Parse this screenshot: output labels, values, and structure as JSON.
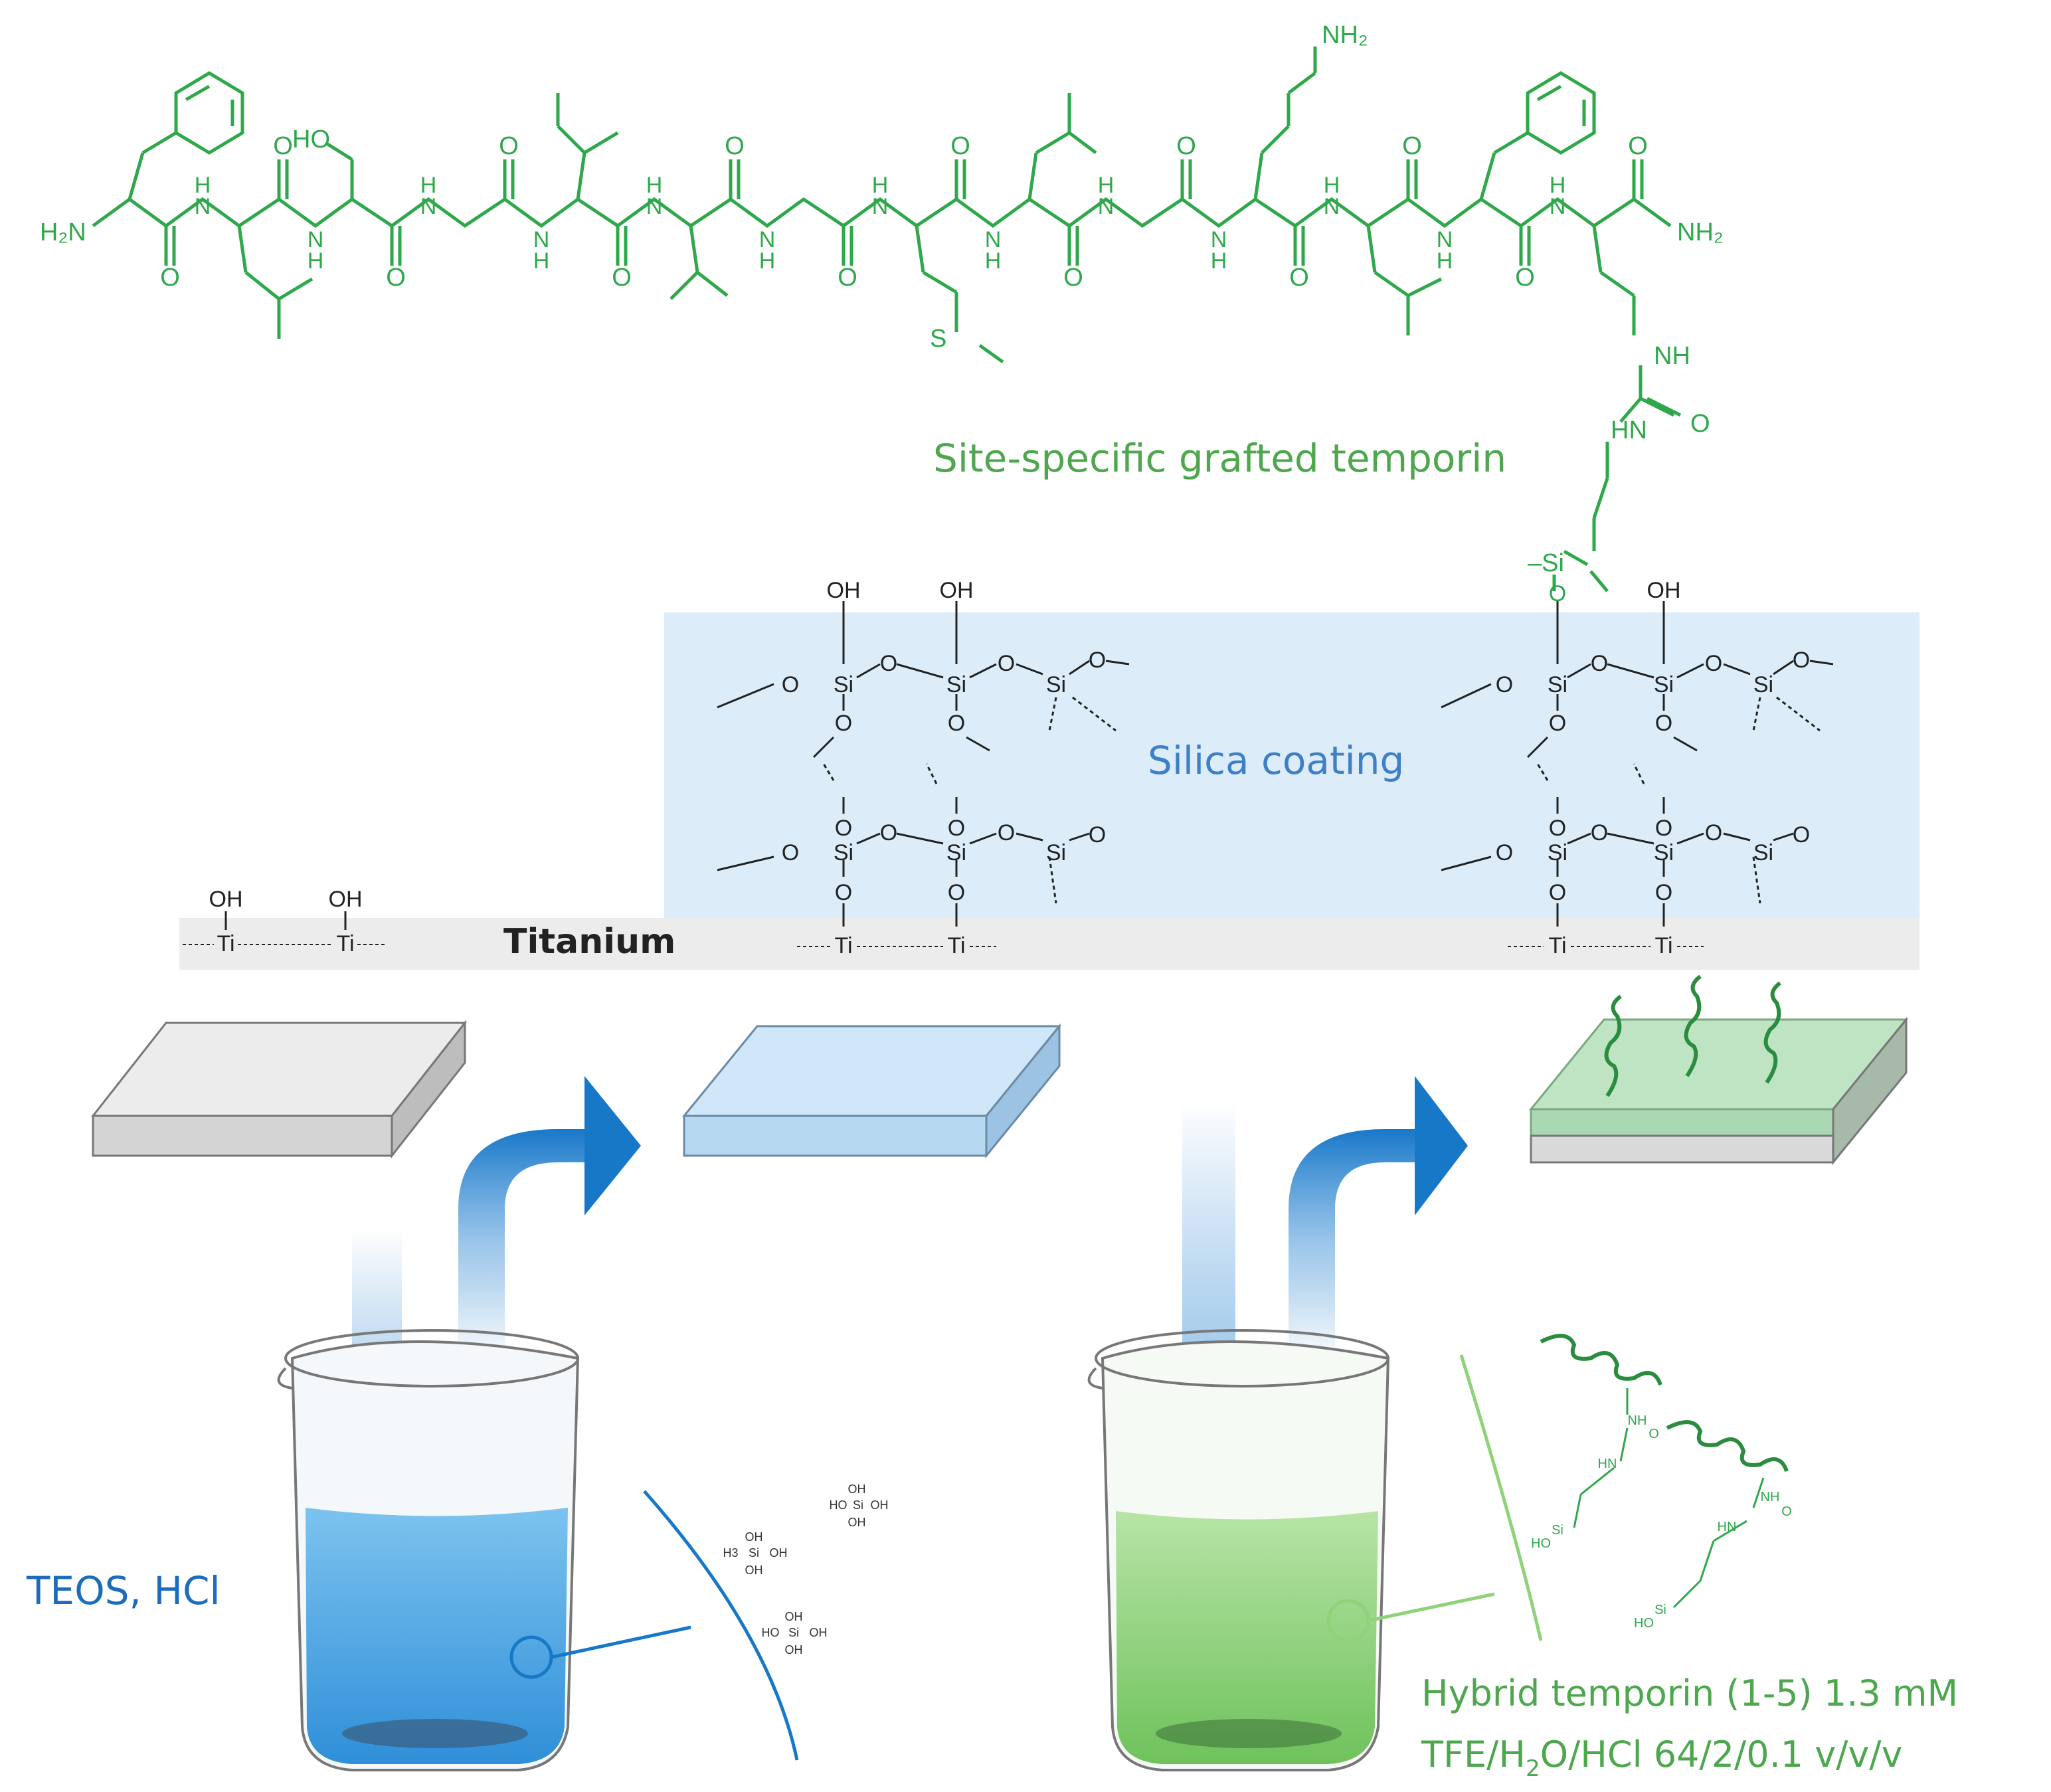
{
  "colors": {
    "peptide_green": "#2ea84a",
    "silica_blue": "#dcedf9",
    "label_blue": "#3f7fc6",
    "titanium_grey": "#ececec",
    "arrow_blue": "#1878c8",
    "solution_blue": "#4aa8e4",
    "solution_green": "#8fd27a",
    "label_green": "#4ea74e"
  },
  "labels": {
    "peptide": "Site-specific grafted temporin",
    "silica": "Silica coating",
    "titanium": "Titanium",
    "reagent_left": "TEOS, HCl",
    "reagent_right_line1": "Hybrid temporin (1-5) 1.3 mM",
    "reagent_right_line2_a": "TFE/H",
    "reagent_right_line2_sub": "2",
    "reagent_right_line2_b": "O/HCl 64/2/0.1 v/v/v"
  },
  "chem": {
    "oh": "OH",
    "ho": "HO",
    "o": "O",
    "si": "Si",
    "ti": "Ti",
    "h2n": "H₂N",
    "nh2": "NH₂",
    "nh": "NH",
    "hn": "HN",
    "n": "N",
    "h": "H",
    "s": "S",
    "si_methyl": "–Si",
    "silanol_h3": "H3",
    "silanol_ho": "HO",
    "silanol_si": "Si",
    "silanol_oh": "OH",
    "hn_small": "HN",
    "nh_small": "NH",
    "o_small": "O",
    "si_small": "Si",
    "ho_small": "HO"
  }
}
